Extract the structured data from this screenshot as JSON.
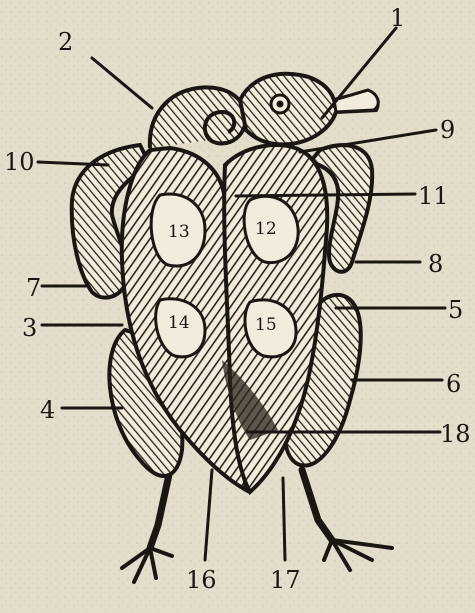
{
  "figure": {
    "labels": [
      "1",
      "2",
      "9",
      "10",
      "11",
      "13",
      "12",
      "7",
      "8",
      "3",
      "14",
      "15",
      "5",
      "6",
      "4",
      "18",
      "16",
      "17"
    ]
  }
}
